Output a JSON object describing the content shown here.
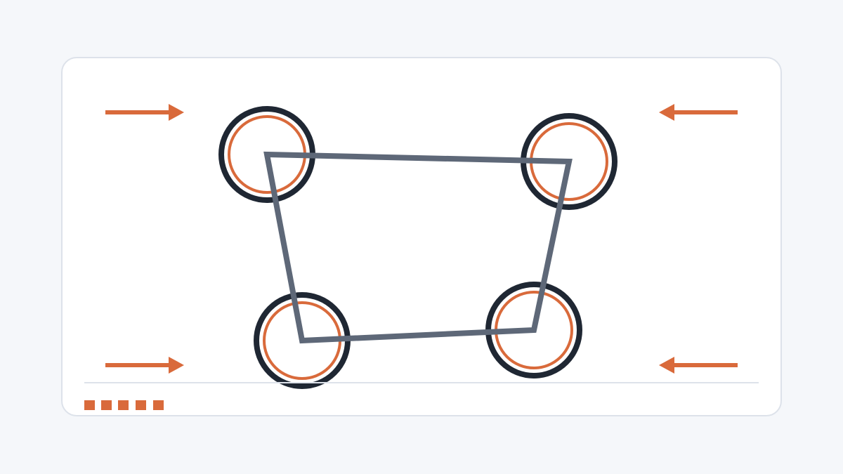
{
  "colors": {
    "page_background": "#f5f7fa",
    "card_background": "#ffffff",
    "card_border": "#dde2ea",
    "accent": "#d96a3b",
    "ring_dark": "#1f2733",
    "frame_stroke": "#5e6878",
    "divider": "#dde2ea"
  },
  "diagram": {
    "wheels": [
      {
        "id": "front-left"
      },
      {
        "id": "front-right"
      },
      {
        "id": "rear-left"
      },
      {
        "id": "rear-right"
      }
    ],
    "arrows": [
      {
        "id": "top-left",
        "direction": "right"
      },
      {
        "id": "top-right",
        "direction": "left"
      },
      {
        "id": "bottom-left",
        "direction": "right"
      },
      {
        "id": "bottom-right",
        "direction": "left"
      }
    ],
    "footer_markers": 5
  }
}
